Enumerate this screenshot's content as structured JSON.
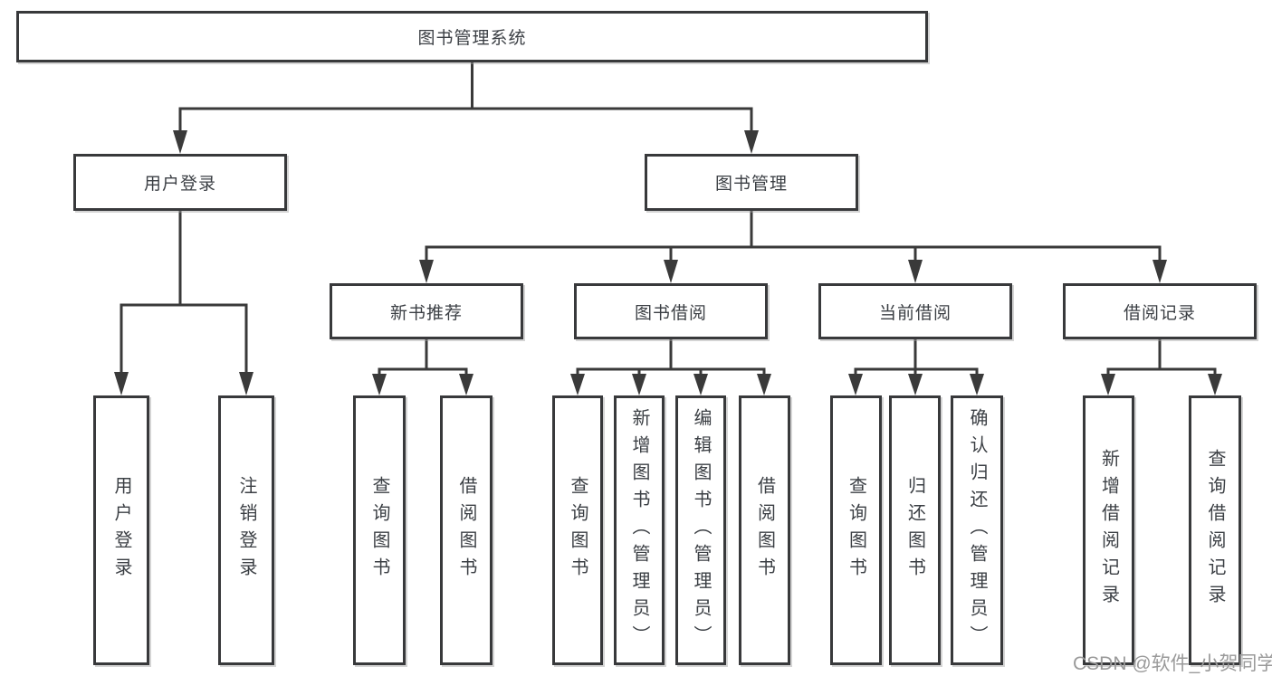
{
  "diagram": {
    "title_note": "functional structure chart",
    "ink_color": "#3a3a3a",
    "root": {
      "label": "图书管理系统"
    },
    "level2": [
      {
        "id": "user-login",
        "label": "用户登录"
      },
      {
        "id": "book-management",
        "label": "图书管理"
      }
    ],
    "level3": [
      {
        "id": "new-book-recommend",
        "label": "新书推荐"
      },
      {
        "id": "book-borrowing",
        "label": "图书借阅"
      },
      {
        "id": "current-borrowing",
        "label": "当前借阅"
      },
      {
        "id": "borrowing-records",
        "label": "借阅记录"
      }
    ],
    "leaves": [
      {
        "id": "user-login-leaf",
        "label": "用户登录"
      },
      {
        "id": "logout-leaf",
        "label": "注销登录"
      },
      {
        "id": "query-books-recommend",
        "label": "查询图书"
      },
      {
        "id": "borrow-books-recommend",
        "label": "借阅图书"
      },
      {
        "id": "query-books-borrowing",
        "label": "查询图书"
      },
      {
        "id": "add-books-admin",
        "label": "新增图书（管理员）"
      },
      {
        "id": "edit-books-admin",
        "label": "编辑图书（管理员）"
      },
      {
        "id": "borrow-books-borrowing",
        "label": "借阅图书"
      },
      {
        "id": "query-books-current",
        "label": "查询图书"
      },
      {
        "id": "return-books",
        "label": "归还图书"
      },
      {
        "id": "confirm-return-admin",
        "label": "确认归还（管理员）"
      },
      {
        "id": "add-borrow-record",
        "label": "新增借阅记录"
      },
      {
        "id": "query-borrow-record",
        "label": "查询借阅记录"
      }
    ]
  },
  "watermark": {
    "text": "CSDN @软件_小贺同学",
    "color": "#9a9a9a"
  }
}
